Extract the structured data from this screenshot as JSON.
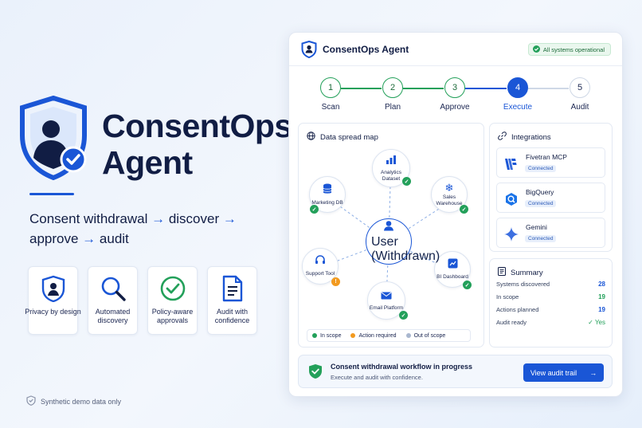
{
  "hero": {
    "title_line1": "ConsentOps",
    "title_line2": "Agent",
    "tagline_part1": "Consent withdrawal",
    "tagline_part2": "discover",
    "tagline_part3": "approve",
    "tagline_part4": "audit",
    "arrow": "→"
  },
  "features": [
    {
      "icon": "shield-user-icon",
      "label": "Privacy by design"
    },
    {
      "icon": "magnifier-icon",
      "label": "Automated discovery"
    },
    {
      "icon": "check-circle-icon",
      "label": "Policy-aware approvals"
    },
    {
      "icon": "document-icon",
      "label": "Audit with confidence"
    }
  ],
  "demo_note": "Synthetic demo data only",
  "panel": {
    "title": "ConsentOps Agent",
    "status": "All systems operational"
  },
  "steps": [
    {
      "num": "1",
      "label": "Scan",
      "state": "done"
    },
    {
      "num": "2",
      "label": "Plan",
      "state": "done"
    },
    {
      "num": "3",
      "label": "Approve",
      "state": "done"
    },
    {
      "num": "4",
      "label": "Execute",
      "state": "active"
    },
    {
      "num": "5",
      "label": "Audit",
      "state": "todo"
    }
  ],
  "map": {
    "title": "Data spread map",
    "center": "User (Withdrawn)",
    "nodes": [
      {
        "label": "Analytics Dataset",
        "status": "in-scope"
      },
      {
        "label": "Marketing DB",
        "status": "in-scope"
      },
      {
        "label": "Sales Warehouse",
        "status": "in-scope"
      },
      {
        "label": "Support Tool",
        "status": "action"
      },
      {
        "label": "BI Dashboard",
        "status": "in-scope"
      },
      {
        "label": "Email Platform",
        "status": "in-scope"
      }
    ],
    "legend": {
      "in_scope": "In scope",
      "action": "Action required",
      "out": "Out of scope"
    }
  },
  "integrations": {
    "title": "Integrations",
    "items": [
      {
        "name": "Fivetran MCP",
        "status": "Connected"
      },
      {
        "name": "BigQuery",
        "status": "Connected"
      },
      {
        "name": "Gemini",
        "status": "Connected"
      }
    ]
  },
  "summary": {
    "title": "Summary",
    "rows": [
      {
        "label": "Systems discovered",
        "value": "28"
      },
      {
        "label": "In scope",
        "value": "19"
      },
      {
        "label": "Actions planned",
        "value": "19"
      },
      {
        "label": "Audit ready",
        "value": "✓ Yes"
      }
    ]
  },
  "banner": {
    "title": "Consent withdrawal workflow in progress",
    "subtitle": "Execute and audit with confidence.",
    "button": "View audit trail",
    "button_arrow": "→"
  },
  "colors": {
    "accent": "#1a56d6",
    "success": "#23a05a",
    "warning": "#f29a1f",
    "neutral": "#a9b7cf"
  }
}
